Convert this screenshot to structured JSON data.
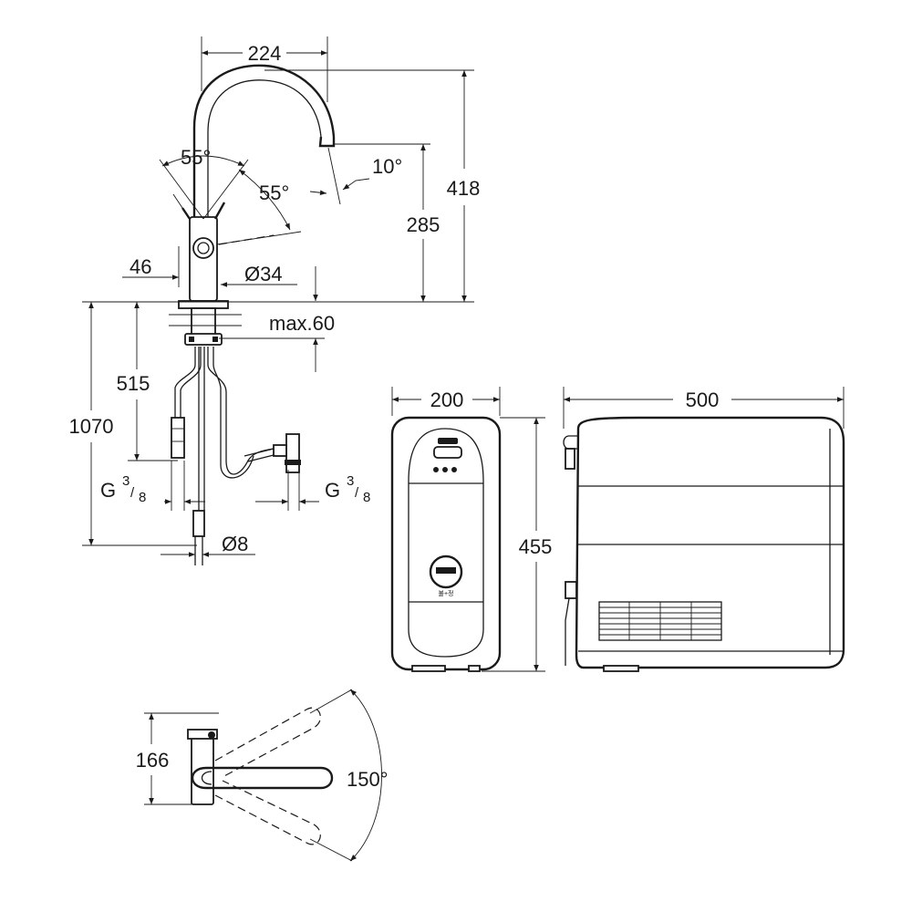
{
  "dimensions": {
    "spout_reach": "224",
    "total_height": "418",
    "spout_height": "285",
    "handle_angle_left": "55°",
    "handle_angle_right": "55°",
    "spout_tilt": "10°",
    "body_offset": "46",
    "body_diameter": "Ø34",
    "deck_thickness": "max.60",
    "shank_length": "515",
    "hose_length": "1070",
    "connection_g": "G",
    "connection_num": "3",
    "connection_den": "8",
    "pipe_diameter": "Ø8",
    "unit_width": "200",
    "unit_depth": "500",
    "unit_height": "455",
    "plan_depth": "166",
    "swivel_angle": "150°"
  },
  "unit_label": "불+정",
  "colors": {
    "line": "#1a1a1a",
    "background": "#ffffff"
  }
}
